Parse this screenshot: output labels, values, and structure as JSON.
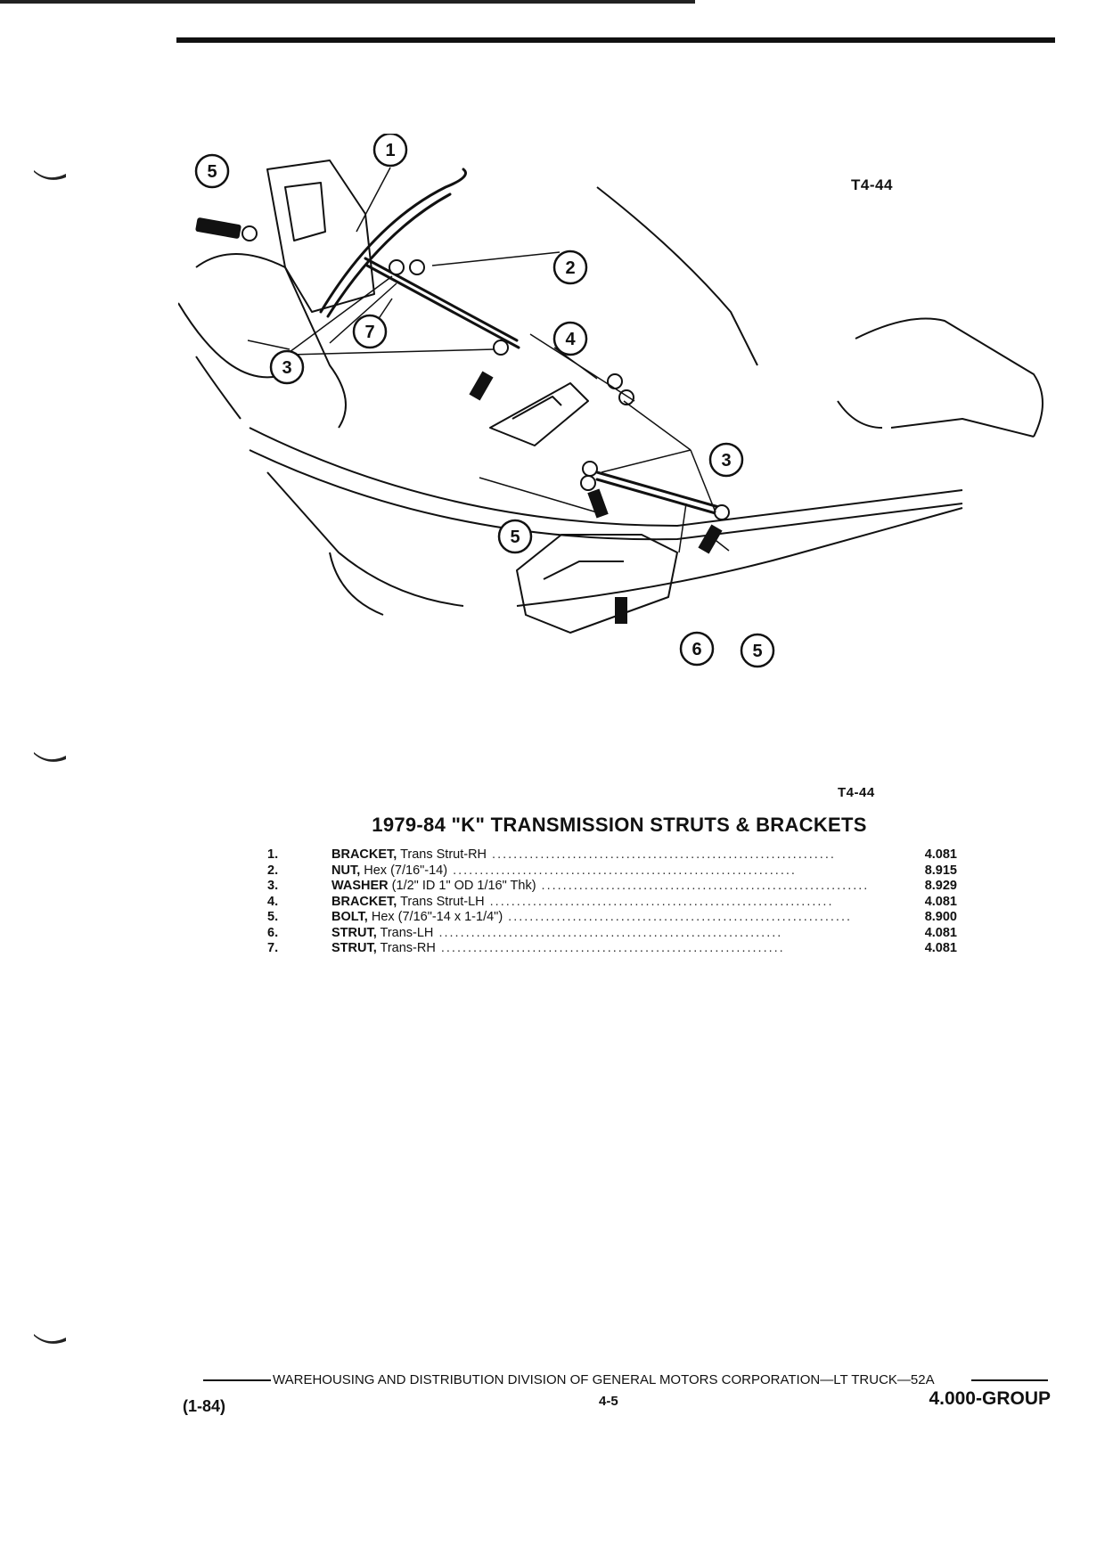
{
  "figure_code_top": "T4-44",
  "figure_code_bottom": "T4-44",
  "title": "1979-84 \"K\" TRANSMISSION STRUTS & BRACKETS",
  "diagram_callouts": [
    "1",
    "2",
    "3",
    "4",
    "5",
    "6",
    "7"
  ],
  "parts": [
    {
      "num": "1.",
      "name": "BRACKET,",
      "desc": " Trans Strut-RH",
      "group": "4.081"
    },
    {
      "num": "2.",
      "name": "NUT,",
      "desc": " Hex (7/16\"-14)",
      "group": "8.915"
    },
    {
      "num": "3.",
      "name": "WASHER",
      "desc": " (1/2\" ID 1\" OD 1/16\" Thk)",
      "group": "8.929"
    },
    {
      "num": "4.",
      "name": "BRACKET,",
      "desc": " Trans Strut-LH",
      "group": "4.081"
    },
    {
      "num": "5.",
      "name": "BOLT,",
      "desc": " Hex (7/16\"-14 x 1-1/4\")",
      "group": "8.900"
    },
    {
      "num": "6.",
      "name": "STRUT,",
      "desc": " Trans-LH",
      "group": "4.081"
    },
    {
      "num": "7.",
      "name": "STRUT,",
      "desc": " Trans-RH",
      "group": "4.081"
    }
  ],
  "footer": {
    "text": "WAREHOUSING AND DISTRIBUTION DIVISION OF GENERAL MOTORS CORPORATION—LT TRUCK—52A",
    "date": "(1-84)",
    "page": "4-5",
    "group": "4.000-GROUP"
  }
}
